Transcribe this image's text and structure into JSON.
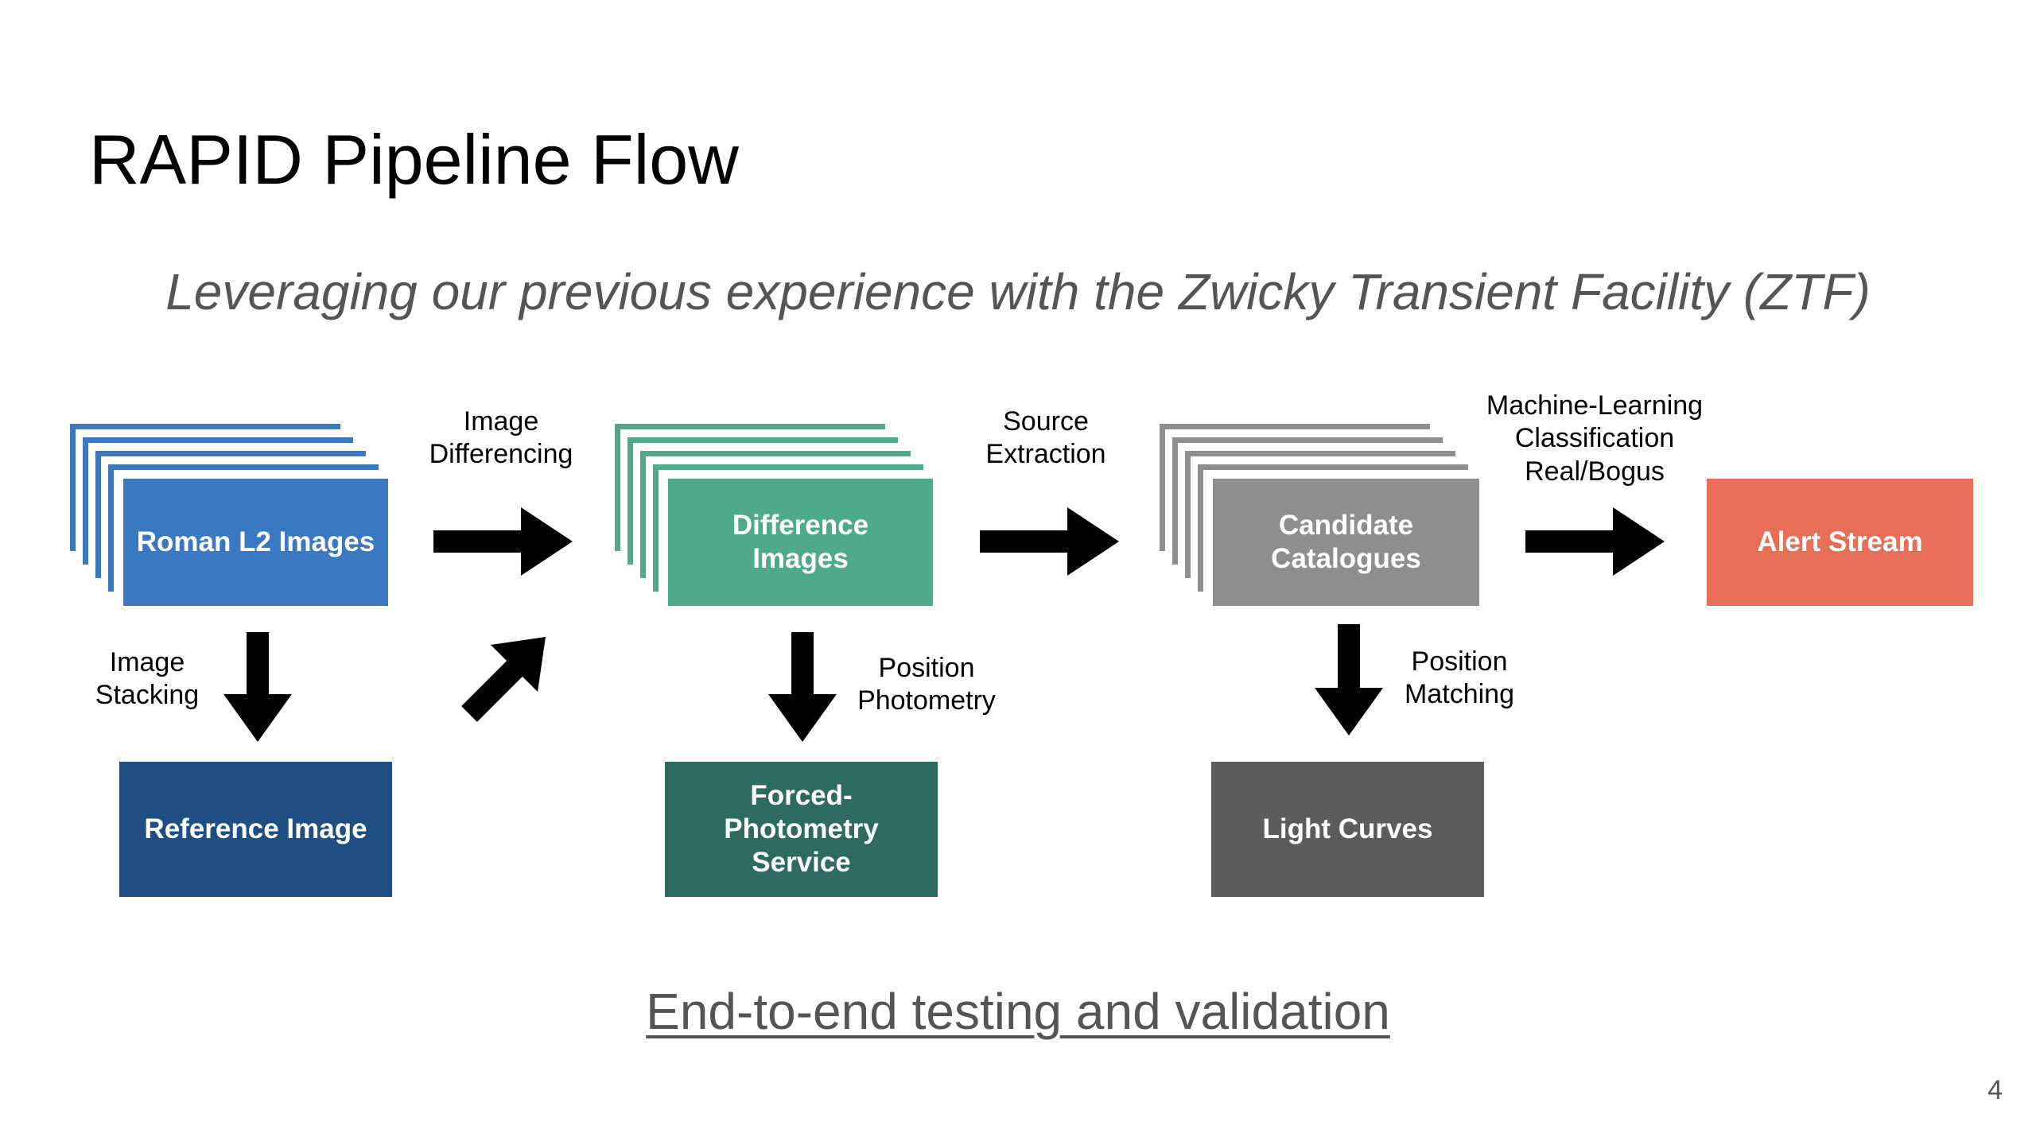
{
  "slide": {
    "title": "RAPID Pipeline Flow",
    "subtitle": "Leveraging our previous experience with the Zwicky Transient Facility (ZTF)",
    "footer_link": "End-to-end testing and validation",
    "page_number": "4"
  },
  "colors": {
    "roman_blue": "#3B78C2",
    "reference_blue": "#1F4E82",
    "difference_green": "#4FAA8D",
    "forced_green": "#2D6A5F",
    "candidate_gray": "#8E8E8E",
    "lightcurve_gray": "#5C5C5C",
    "alert_red": "#E86F57",
    "arrow": "#000000"
  },
  "nodes": {
    "roman_l2": "Roman L2 Images",
    "reference": "Reference Image",
    "difference": "Difference Images",
    "forced_photometry": "Forced-Photometry Service",
    "candidate": "Candidate Catalogues",
    "light_curves": "Light Curves",
    "alert_stream": "Alert Stream"
  },
  "edges": {
    "image_differencing": [
      "Image",
      "Differencing"
    ],
    "image_stacking": [
      "Image",
      "Stacking"
    ],
    "source_extraction": [
      "Source",
      "Extraction"
    ],
    "position_photometry": [
      "Position",
      "Photometry"
    ],
    "ml_classification": [
      "Machine-Learning",
      "Classification",
      "Real/Bogus"
    ],
    "position_matching": [
      "Position",
      "Matching"
    ]
  }
}
